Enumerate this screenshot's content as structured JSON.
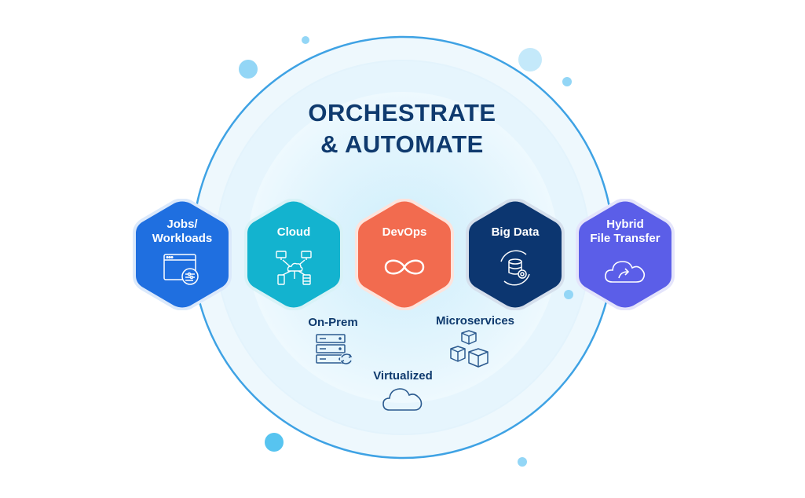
{
  "title": {
    "line1": "ORCHESTRATE",
    "line2": "& AUTOMATE"
  },
  "colors": {
    "title": "#0f3a6e",
    "jobs": "#1f6fe0",
    "cloud": "#13b3cf",
    "devops": "#f26b4f",
    "bigdata": "#0c3670",
    "transfer": "#5b5ee8",
    "ring": "#3ea2e4",
    "bubble": "#93d6f6"
  },
  "hexes": {
    "jobs": {
      "line1": "Jobs/",
      "line2": "Workloads",
      "icon": "browser-settings-icon"
    },
    "cloud": {
      "line1": "Cloud",
      "icon": "cloud-network-icon"
    },
    "devops": {
      "line1": "DevOps",
      "icon": "infinity-icon"
    },
    "bigdata": {
      "line1": "Big Data",
      "icon": "database-gear-icon"
    },
    "transfer": {
      "line1": "Hybrid",
      "line2": "File Transfer",
      "icon": "cloud-share-icon"
    }
  },
  "sub_items": {
    "onprem": {
      "label": "On-Prem",
      "icon": "server-sync-icon"
    },
    "microservices": {
      "label": "Microservices",
      "icon": "cubes-icon"
    },
    "virtualized": {
      "label": "Virtualized",
      "icon": "cloud-outline-icon"
    }
  }
}
